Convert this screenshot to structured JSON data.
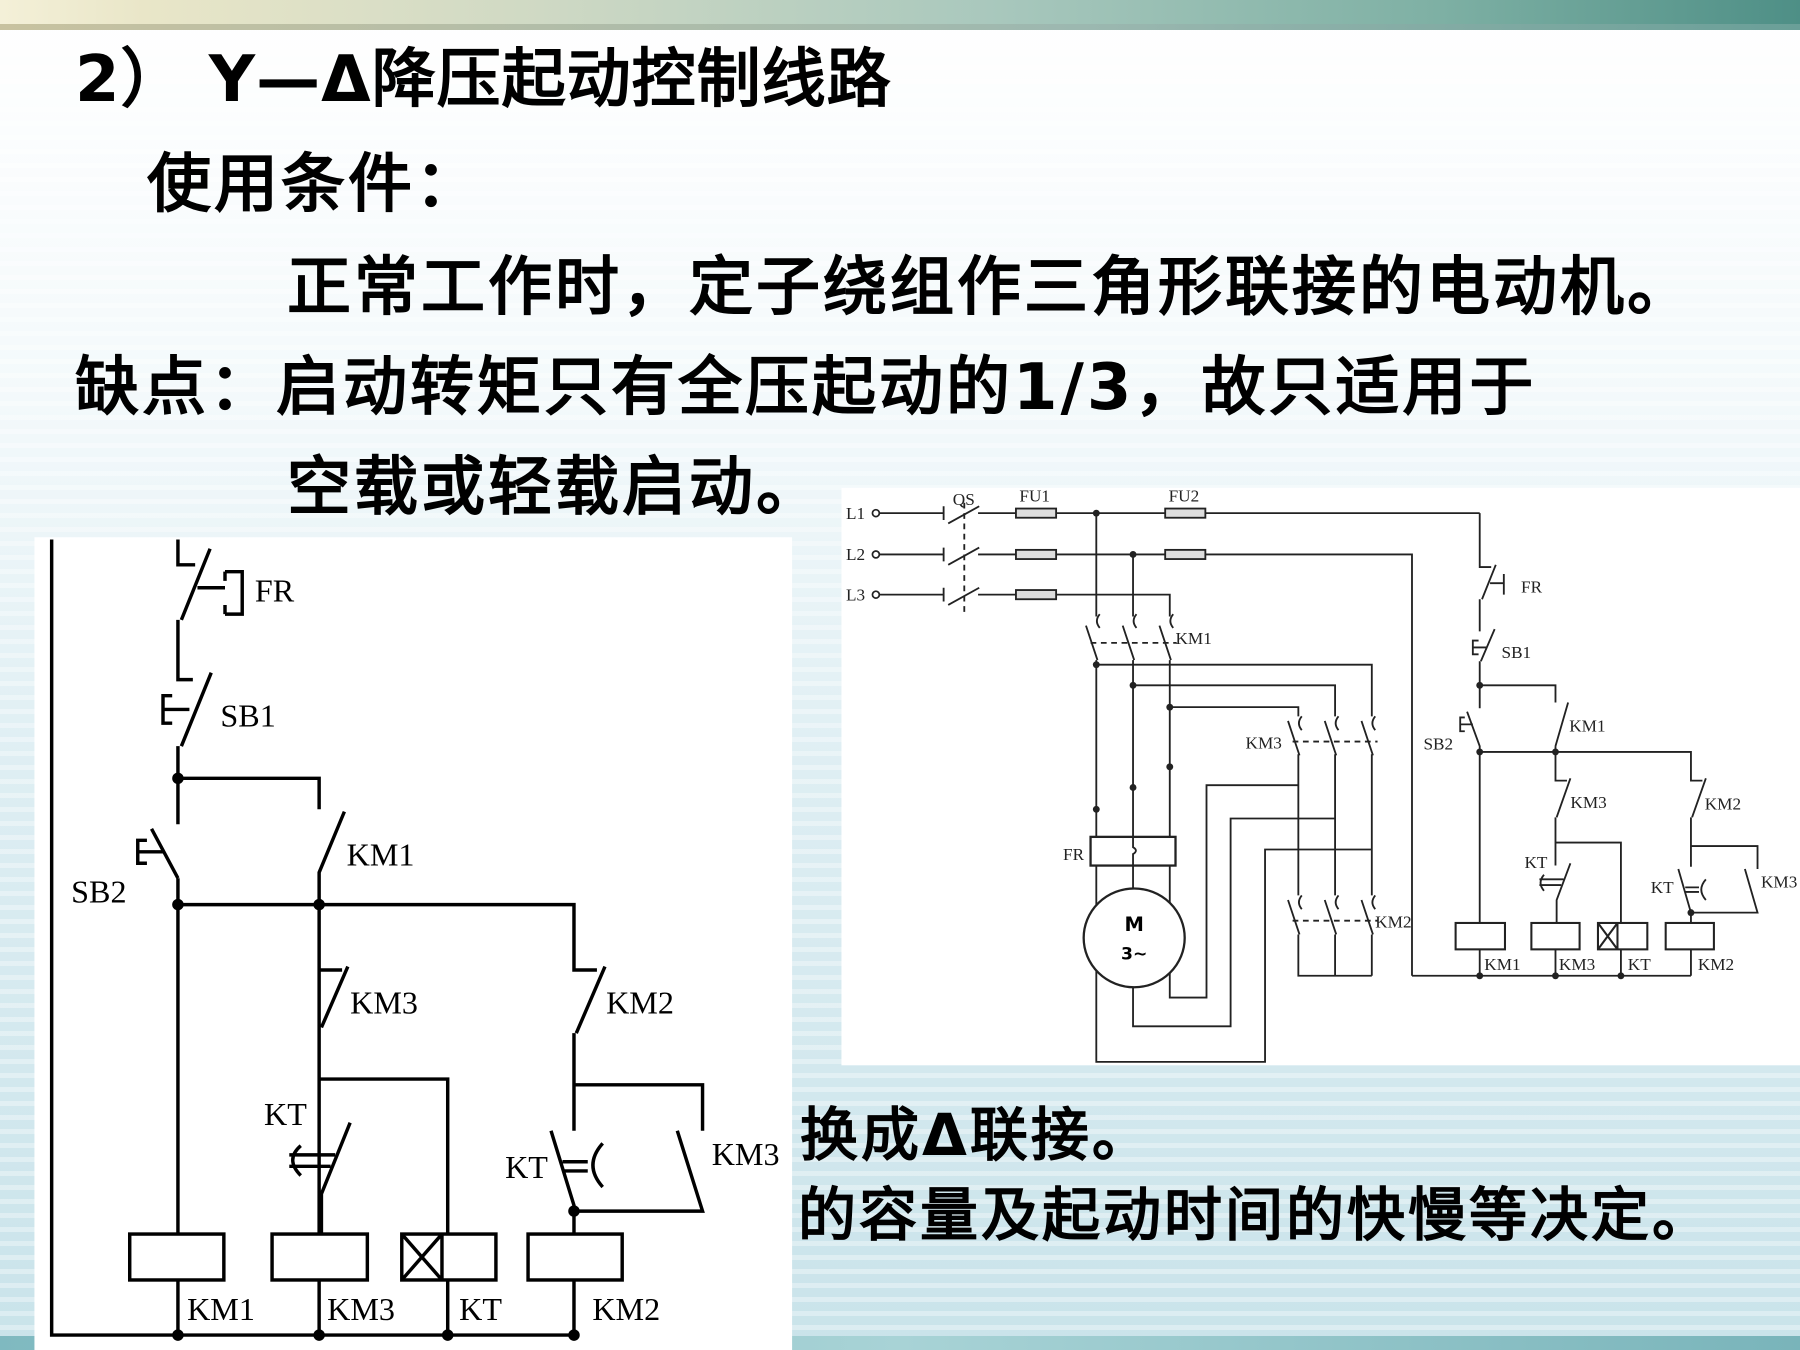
{
  "slide": {
    "title": "2）  Y—Δ降压起动控制线路",
    "conditions_heading": "使用条件：",
    "conditions_text": "正常工作时，定子绕组作三角形联接的电动机。",
    "drawback_line1": "缺点：启动转矩只有全压起动的1/3，故只适用于",
    "drawback_line2": "空载或轻载启动。",
    "partial_line1": "换成Δ联接。",
    "partial_line2": "的容量及起动时间的快慢等决定。"
  },
  "left_diagram": {
    "labels": {
      "fr": "FR",
      "sb1": "SB1",
      "sb2": "SB2",
      "km1_contact": "KM1",
      "km3_nc": "KM3",
      "km2_nc": "KM2",
      "kt_nc": "KT",
      "kt_no": "KT",
      "km3_no": "KM3",
      "coil_km1": "KM1",
      "coil_km3": "KM3",
      "coil_kt": "KT",
      "coil_km2": "KM2"
    }
  },
  "right_diagram": {
    "labels": {
      "l1": "L1",
      "l2": "L2",
      "l3": "L3",
      "qs": "QS",
      "fu1": "FU1",
      "fu2": "FU2",
      "km1_main": "KM1",
      "km3_main": "KM3",
      "km2_main": "KM2",
      "fr_heater": "FR",
      "motor_m": "M",
      "motor_phase": "3~",
      "fr": "FR",
      "sb1": "SB1",
      "sb2": "SB2",
      "km1_contact": "KM1",
      "km3_nc": "KM3",
      "km2_nc": "KM2",
      "kt_nc": "KT",
      "kt_no": "KT",
      "km3_no": "KM3",
      "coil_km1": "KM1",
      "coil_km3": "KM3",
      "coil_kt": "KT",
      "coil_km2": "KM2"
    }
  }
}
